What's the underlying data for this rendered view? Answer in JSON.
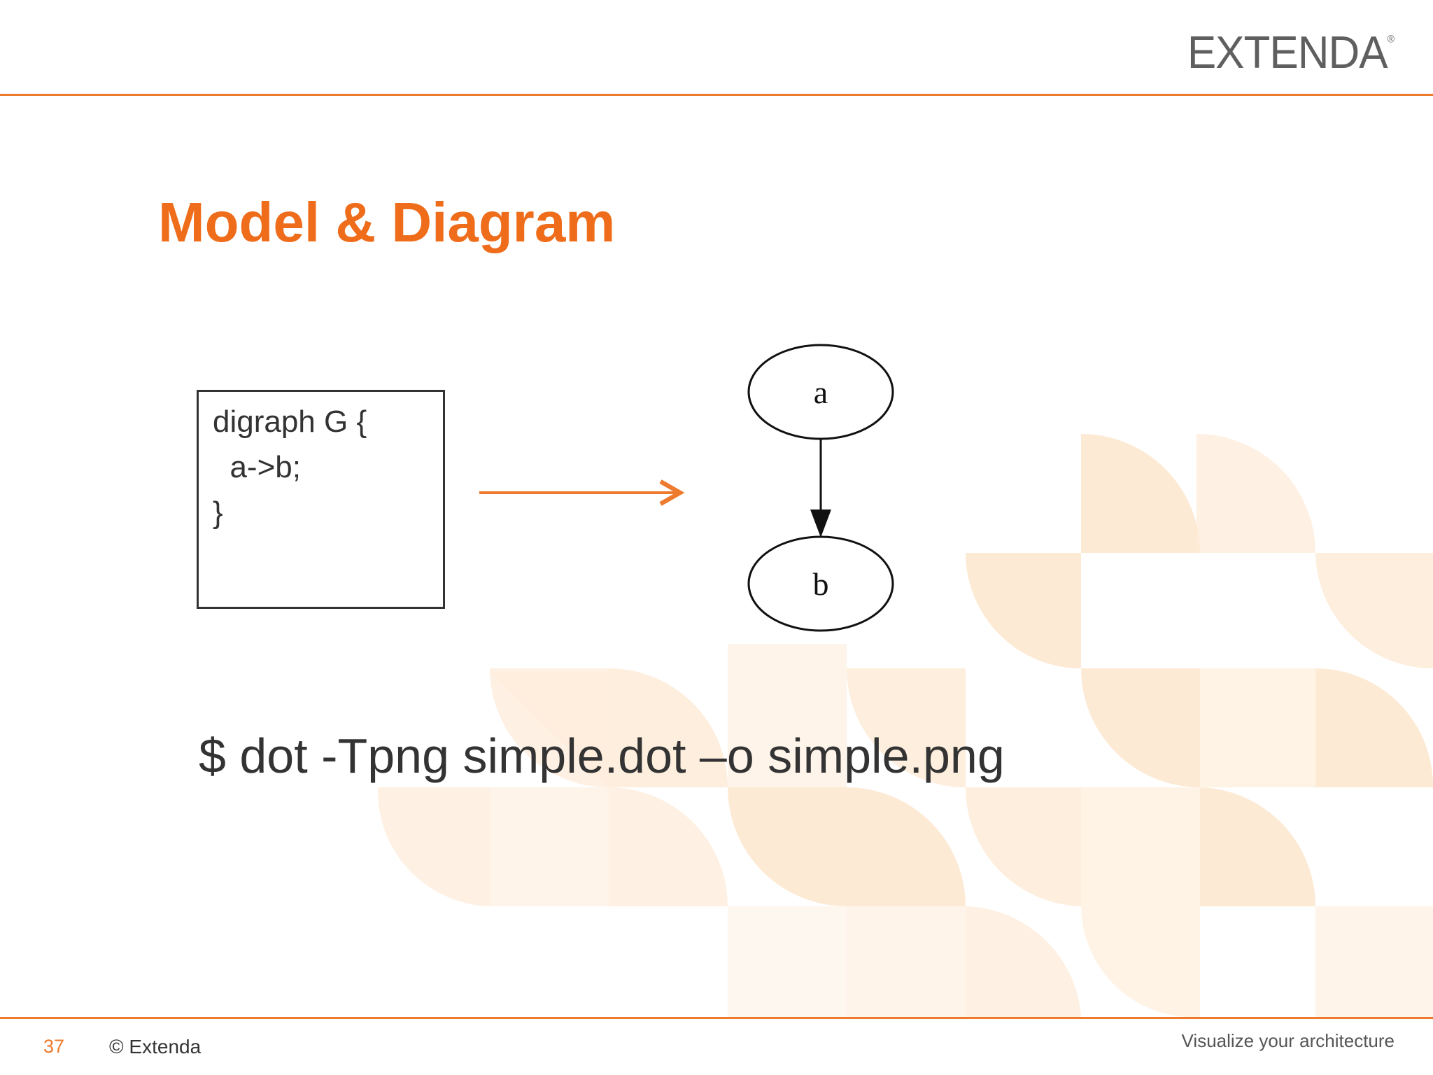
{
  "brand": {
    "logo_text": "EXTENDA",
    "logo_mark": "®",
    "accent_color": "#ee7a2d",
    "title_color": "#ee6c1a"
  },
  "slide": {
    "title": "Model & Diagram"
  },
  "code": {
    "lines": [
      "digraph G {",
      "  a->b;",
      "}"
    ]
  },
  "graph": {
    "nodes": [
      {
        "id": "a",
        "label": "a"
      },
      {
        "id": "b",
        "label": "b"
      }
    ],
    "edges": [
      {
        "from": "a",
        "to": "b"
      }
    ]
  },
  "command": "$ dot -Tpng simple.dot –o simple.png",
  "footer": {
    "page_number": "37",
    "copyright": "© Extenda",
    "tagline": "Visualize your architecture"
  }
}
